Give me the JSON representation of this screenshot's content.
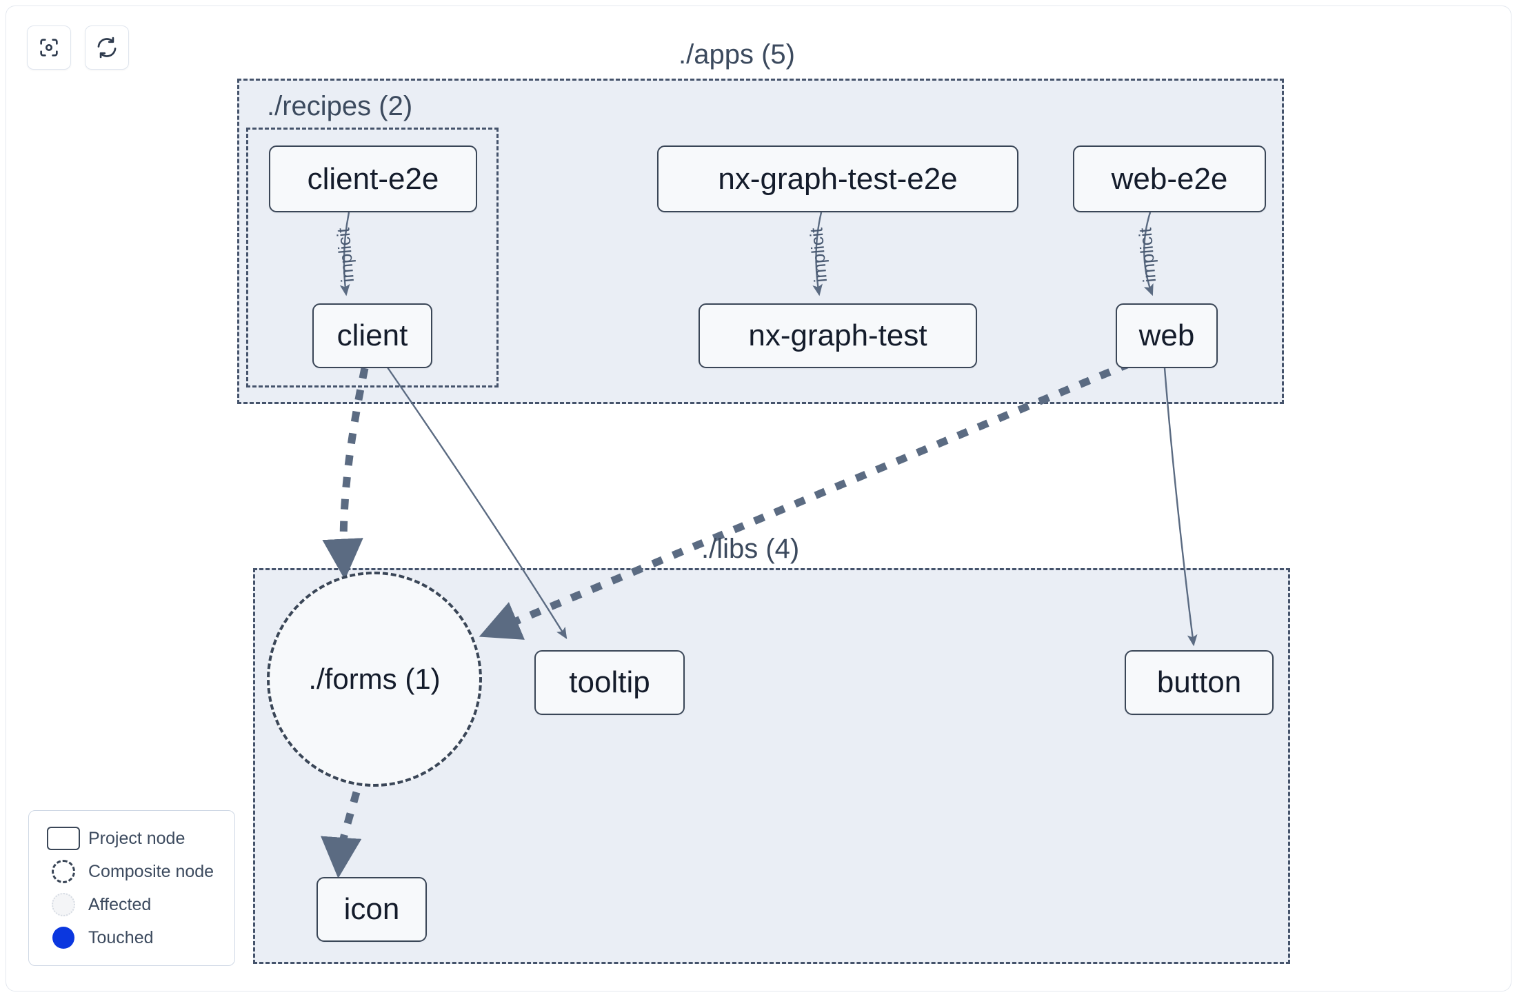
{
  "toolbar": {
    "buttons": [
      {
        "name": "focus-graph-button",
        "icon": "focus-target-icon",
        "label": ""
      },
      {
        "name": "refresh-graph-button",
        "icon": "refresh-icon",
        "label": ""
      }
    ]
  },
  "graph": {
    "groups": [
      {
        "id": "apps",
        "title": "./apps (5)",
        "count": 5
      },
      {
        "id": "recipes",
        "title": "./recipes (2)",
        "count": 2
      },
      {
        "id": "libs",
        "title": "./libs (4)",
        "count": 4
      }
    ],
    "nodes": [
      {
        "id": "client-e2e",
        "label": "client-e2e",
        "type": "project",
        "group": "recipes"
      },
      {
        "id": "client",
        "label": "client",
        "type": "project",
        "group": "recipes"
      },
      {
        "id": "nx-graph-test-e2e",
        "label": "nx-graph-test-e2e",
        "type": "project",
        "group": "apps"
      },
      {
        "id": "nx-graph-test",
        "label": "nx-graph-test",
        "type": "project",
        "group": "apps"
      },
      {
        "id": "web-e2e",
        "label": "web-e2e",
        "type": "project",
        "group": "apps"
      },
      {
        "id": "web",
        "label": "web",
        "type": "project",
        "group": "apps"
      },
      {
        "id": "forms",
        "label": "./forms (1)",
        "type": "composite",
        "group": "libs"
      },
      {
        "id": "tooltip",
        "label": "tooltip",
        "type": "project",
        "group": "libs"
      },
      {
        "id": "button",
        "label": "button",
        "type": "project",
        "group": "libs"
      },
      {
        "id": "icon",
        "label": "icon",
        "type": "project",
        "group": "libs"
      }
    ],
    "edges": [
      {
        "from": "client-e2e",
        "to": "client",
        "label": "implicit",
        "style": "solid"
      },
      {
        "from": "nx-graph-test-e2e",
        "to": "nx-graph-test",
        "label": "implicit",
        "style": "solid"
      },
      {
        "from": "web-e2e",
        "to": "web",
        "label": "implicit",
        "style": "solid"
      },
      {
        "from": "client",
        "to": "forms",
        "label": "",
        "style": "dashed"
      },
      {
        "from": "client",
        "to": "tooltip",
        "label": "",
        "style": "solid"
      },
      {
        "from": "web",
        "to": "forms",
        "label": "",
        "style": "dashed"
      },
      {
        "from": "web",
        "to": "button",
        "label": "",
        "style": "solid"
      },
      {
        "from": "forms",
        "to": "icon",
        "label": "",
        "style": "dashed"
      }
    ]
  },
  "legend": {
    "items": [
      {
        "symbol": "project-node-symbol",
        "label": "Project node"
      },
      {
        "symbol": "composite-node-symbol",
        "label": "Composite node"
      },
      {
        "symbol": "affected-symbol",
        "label": "Affected"
      },
      {
        "symbol": "touched-symbol",
        "label": "Touched"
      }
    ]
  },
  "colors": {
    "group_fill": "#eaeef5",
    "group_border": "#45536b",
    "node_fill": "#f7f9fb",
    "node_border": "#3a4657",
    "edge": "#5b6b82",
    "text": "#141c2b",
    "touched": "#0b37df"
  }
}
